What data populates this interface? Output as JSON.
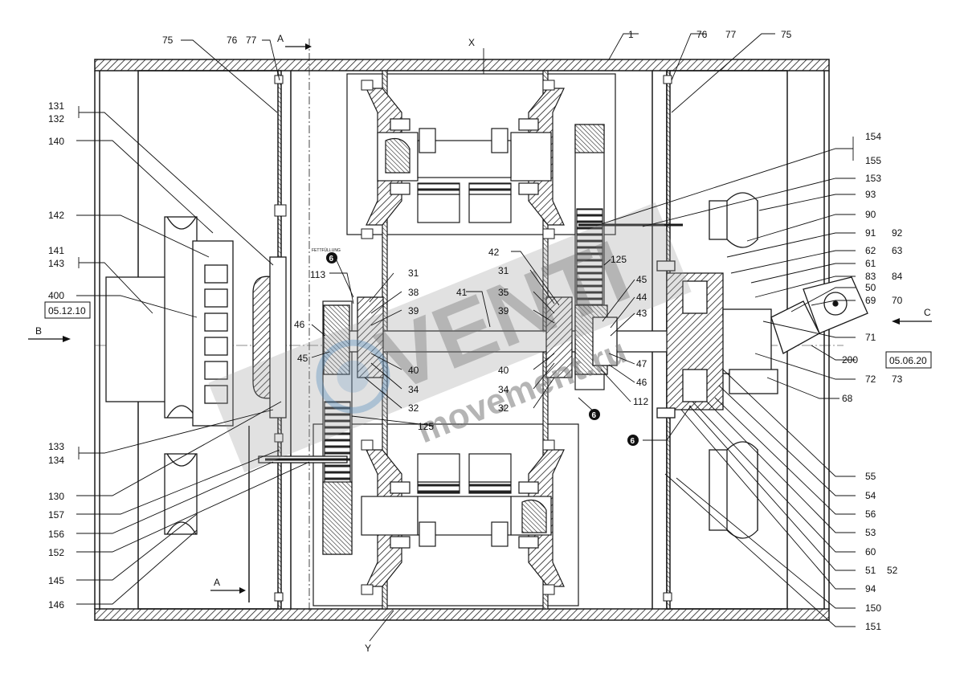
{
  "labels": {
    "l75a": "75",
    "l76a": "76",
    "l77a": "77",
    "lAtop": "A",
    "lX": "X",
    "l1": "1",
    "l76b": "76",
    "l77b": "77",
    "l75b": "75",
    "l131": "131",
    "l132": "132",
    "l140": "140",
    "l142": "142",
    "l141": "141",
    "l143": "143",
    "l400": "400",
    "lB": "B",
    "l133": "133",
    "l134": "134",
    "l130": "130",
    "l157": "157",
    "l156": "156",
    "l152": "152",
    "l145": "145",
    "l146": "146",
    "lAbot": "A",
    "lY": "Y",
    "l154": "154",
    "l155": "155",
    "l153": "153",
    "l93": "93",
    "l90": "90",
    "l91": "91",
    "l92": "92",
    "l62": "62",
    "l63": "63",
    "l61": "61",
    "l83": "83",
    "l84": "84",
    "l50": "50",
    "l69": "69",
    "l70": "70",
    "lC": "C",
    "l71": "71",
    "l200": "200",
    "l72": "72",
    "l73": "73",
    "l68": "68",
    "l55": "55",
    "l54": "54",
    "l56": "56",
    "l53": "53",
    "l60": "60",
    "l51": "51",
    "l52": "52",
    "l94": "94",
    "l150": "150",
    "l151": "151",
    "l113": "113",
    "l31a": "31",
    "l38": "38",
    "l39a": "39",
    "l46a": "46",
    "l45a": "45",
    "l40a": "40",
    "l34a": "34",
    "l32a": "32",
    "l125b": "125",
    "l42": "42",
    "l41": "41",
    "l31b": "31",
    "l35": "35",
    "l39b": "39",
    "l125a": "125",
    "l45b": "45",
    "l44": "44",
    "l43": "43",
    "l47": "47",
    "l46b": "46",
    "l112": "112",
    "l40b": "40",
    "l34b": "34",
    "l32b": "32",
    "fett": "FETTFÜLLUNG"
  },
  "dateboxes": {
    "left": "05.12.10",
    "right": "05.06.20"
  },
  "circled": {
    "c1": "6",
    "c2": "6",
    "c3": "6"
  },
  "watermark": {
    "big": "VENTI",
    "small": "movement.ru"
  },
  "colors": {
    "line": "#1a1a1a",
    "hatch": "#333333",
    "watermark": "#8c8c8c"
  }
}
